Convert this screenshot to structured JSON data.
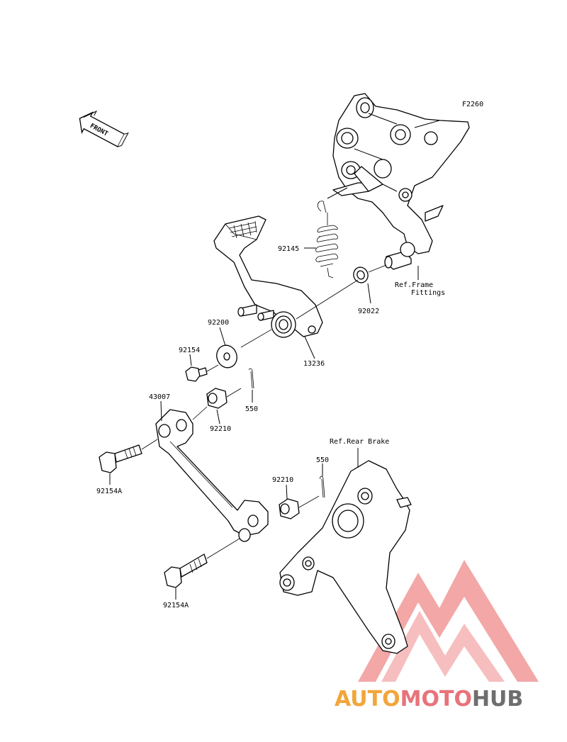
{
  "diagram_code": "F2260",
  "front_arrow_label": "FRONT",
  "parts": {
    "spring": "92145",
    "washer_small": "92022",
    "ref_frame": [
      "Ref.Frame",
      "Fittings"
    ],
    "washer_large": "92200",
    "bearing": "13236",
    "bolt_pedal": "92154",
    "cotter_pin_upper": "550",
    "rod": "43007",
    "collar_upper": "92210",
    "bolt_rod_upper": "92154A",
    "ref_rear_brake": "Ref.Rear Brake",
    "cotter_pin_lower": "550",
    "collar_lower": "92210",
    "bolt_rod_lower": "92154A"
  },
  "watermark": {
    "word_auto": "AUTO",
    "word_moto": "MOTO",
    "word_hub": "HUB",
    "color_auto": "#f2a63a",
    "color_moto": "#e8737b",
    "color_hub": "#6e6e6e",
    "triangle_color": "#f08a8a"
  }
}
